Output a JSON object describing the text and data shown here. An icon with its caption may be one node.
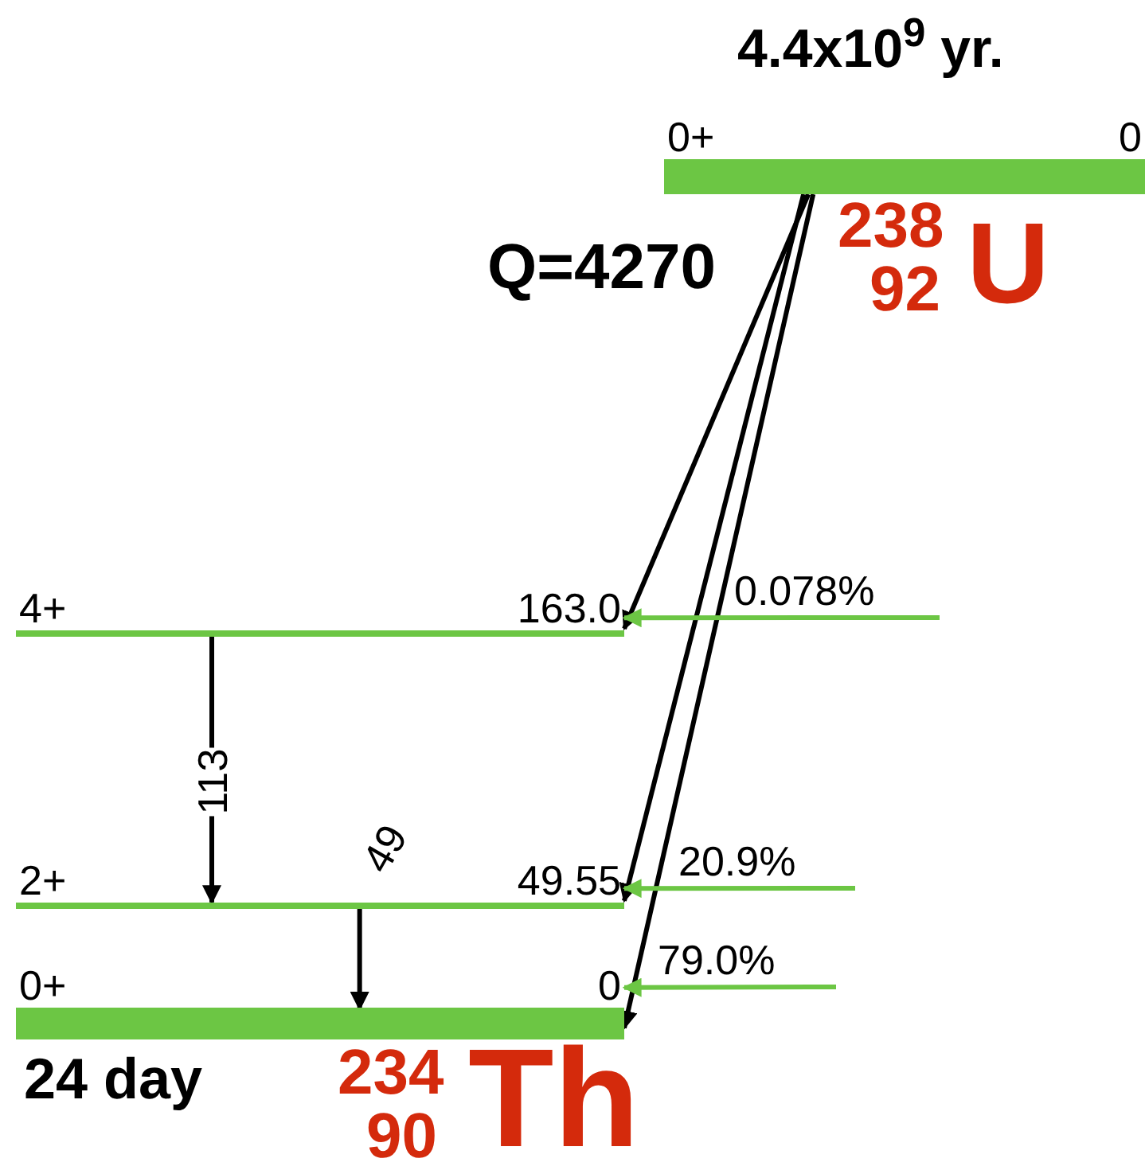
{
  "diagram": {
    "nodes": [
      {
        "text": [
          "0+",
          "0"
        ],
        "beside": [
          "4.4x10$^{9}$ yr."
        ]
      },
      {
        "text": [
          "4+",
          "163.0"
        ]
      },
      {
        "text": [
          "2+",
          "49.55"
        ]
      },
      {
        "text": [
          "0+",
          "0"
        ],
        "beside": [
          "24 day"
        ]
      }
    ],
    "edges": [
      {
        "from": 0,
        "to": 1,
        "arrow": "to"
      },
      {
        "from": 0,
        "to": 2,
        "arrow": "to"
      },
      {
        "from": 0,
        "to": 3,
        "arrow": "to"
      },
      {
        "from": null,
        "to": 1,
        "arrow": "to",
        "label": "0.078%",
        "color": "#6cc644"
      },
      {
        "from": null,
        "to": 2,
        "arrow": "to",
        "label": "20.9%",
        "color": "#6cc644"
      },
      {
        "from": null,
        "to": 3,
        "arrow": "to",
        "label": "79.0%",
        "color": "#6cc644"
      },
      {
        "from": 1,
        "to": 2,
        "arrow": "to",
        "label": "113"
      },
      {
        "from": 2,
        "to": 3,
        "arrow": "to",
        "label": "49"
      }
    ],
    "labels": [
      "Q=4270",
      "238",
      "92",
      "U",
      "234",
      "90",
      "Th"
    ]
  }
}
